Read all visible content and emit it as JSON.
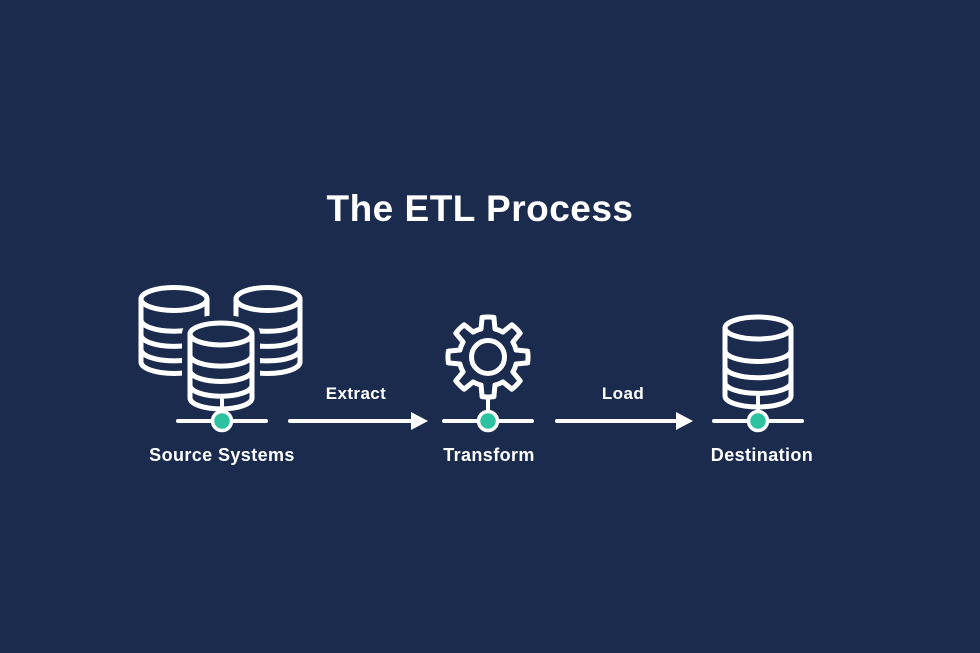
{
  "diagram": {
    "title": "The ETL Process",
    "stages": [
      {
        "label": "Source Systems",
        "icon": "database-cluster-icon"
      },
      {
        "label": "Transform",
        "icon": "gear-icon"
      },
      {
        "label": "Destination",
        "icon": "database-icon"
      }
    ],
    "arrows": [
      {
        "label": "Extract"
      },
      {
        "label": "Load"
      }
    ]
  },
  "colors": {
    "background": "#1b2b4d",
    "line": "#ffffff",
    "node": "#2dc3a0",
    "text": "#ffffff"
  }
}
